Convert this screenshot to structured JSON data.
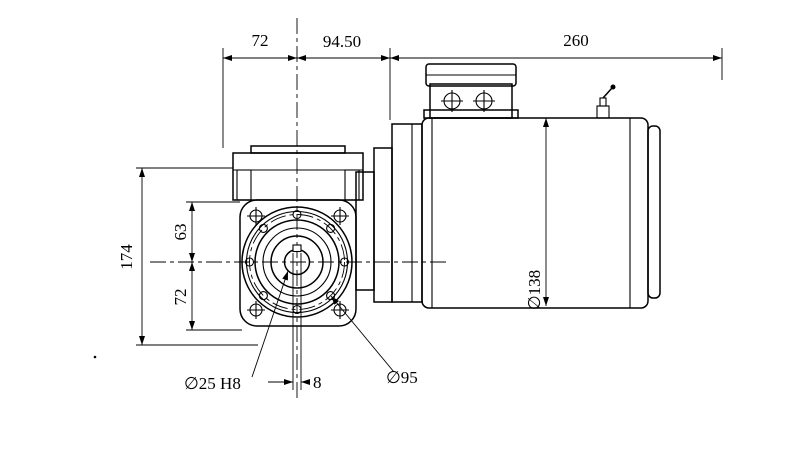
{
  "page": {
    "background": "#ffffff",
    "line_color": "#000000"
  },
  "dimensions": {
    "top_left_width": "72",
    "top_mid_width": "94.50",
    "motor_length": "260",
    "overall_height": "174",
    "center_to_top": "63",
    "center_to_bottom": "72",
    "shaft_bore": "∅25 H8",
    "keyway_width": "8",
    "bolt_circle_dia": "∅95",
    "motor_dia": "∅138"
  }
}
